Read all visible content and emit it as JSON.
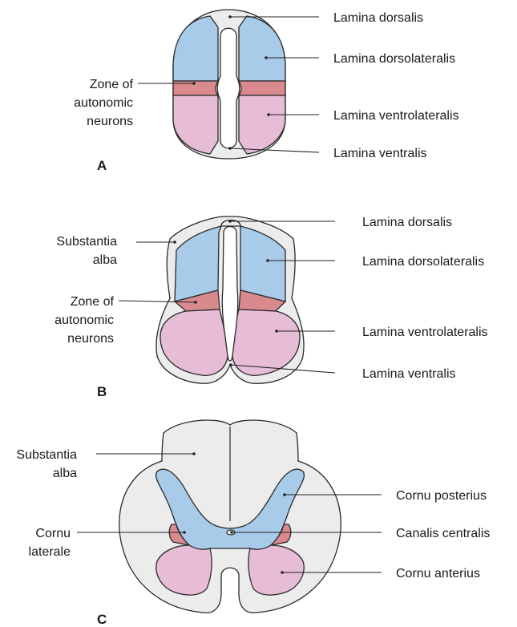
{
  "colors": {
    "background": "#ffffff",
    "lamina_dorsolateralis_blue": "#a9cbea",
    "lamina_ventrolateralis_pink": "#e6bcd6",
    "autonomic_zone_red": "#d88a8f",
    "substantia_alba_gray": "#ececec",
    "outline": "#2a2a2a"
  },
  "panel_a": {
    "panel_label": "A",
    "labels": {
      "lamina_dorsalis": "Lamina dorsalis",
      "lamina_dorsolateralis": "Lamina dorsolateralis",
      "lamina_ventrolateralis": "Lamina ventrolateralis",
      "lamina_ventralis": "Lamina ventralis",
      "zone_line1": "Zone of",
      "zone_line2": "autonomic",
      "zone_line3": "neurons"
    }
  },
  "panel_b": {
    "panel_label": "B",
    "labels": {
      "substantia_line1": "Substantia",
      "substantia_line2": "alba",
      "lamina_dorsalis": "Lamina dorsalis",
      "lamina_dorsolateralis": "Lamina dorsolateralis",
      "lamina_ventrolateralis": "Lamina ventrolateralis",
      "lamina_ventralis": "Lamina ventralis",
      "zone_line1": "Zone of",
      "zone_line2": "autonomic",
      "zone_line3": "neurons"
    }
  },
  "panel_c": {
    "panel_label": "C",
    "labels": {
      "substantia_line1": "Substantia",
      "substantia_line2": "alba",
      "cornu_laterale_line1": "Cornu",
      "cornu_laterale_line2": "laterale",
      "cornu_posterius": "Cornu posterius",
      "canalis_centralis": "Canalis centralis",
      "cornu_anterius": "Cornu anterius"
    }
  }
}
